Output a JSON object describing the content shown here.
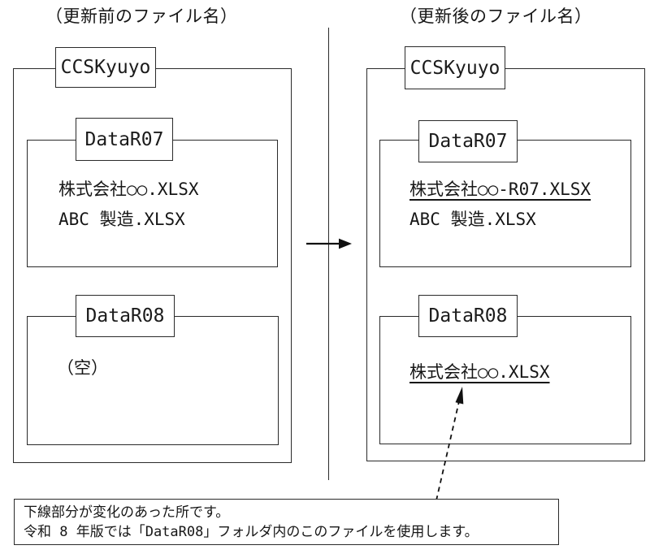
{
  "titles": {
    "before": "（更新前のファイル名）",
    "after": "（更新後のファイル名）"
  },
  "before_panel": {
    "root_folder": "CCSKyuyo",
    "folders": [
      {
        "name": "DataR07",
        "files": [
          {
            "text": "株式会社○○.XLSX",
            "underline": false
          },
          {
            "text": "ABC 製造.XLSX",
            "underline": false
          }
        ]
      },
      {
        "name": "DataR08",
        "files": [
          {
            "text": "（空）",
            "underline": false
          }
        ]
      }
    ]
  },
  "after_panel": {
    "root_folder": "CCSKyuyo",
    "folders": [
      {
        "name": "DataR07",
        "files": [
          {
            "text": "株式会社○○-R07.XLSX",
            "underline": true
          },
          {
            "text": "ABC 製造.XLSX",
            "underline": false
          }
        ]
      },
      {
        "name": "DataR08",
        "files": [
          {
            "text": "株式会社○○.XLSX",
            "underline": true
          }
        ]
      }
    ]
  },
  "note": {
    "line1": "下線部分が変化のあった所です。",
    "line2": "令和 8 年版では「DataR08」フォルダ内のこのファイルを使用します。"
  },
  "icons": {
    "transform_arrow": "right-arrow",
    "callout_arrow": "dashed-up-arrow"
  },
  "colors": {
    "line": "#2a2a2a",
    "text": "#161616",
    "background": "#ffffff"
  }
}
